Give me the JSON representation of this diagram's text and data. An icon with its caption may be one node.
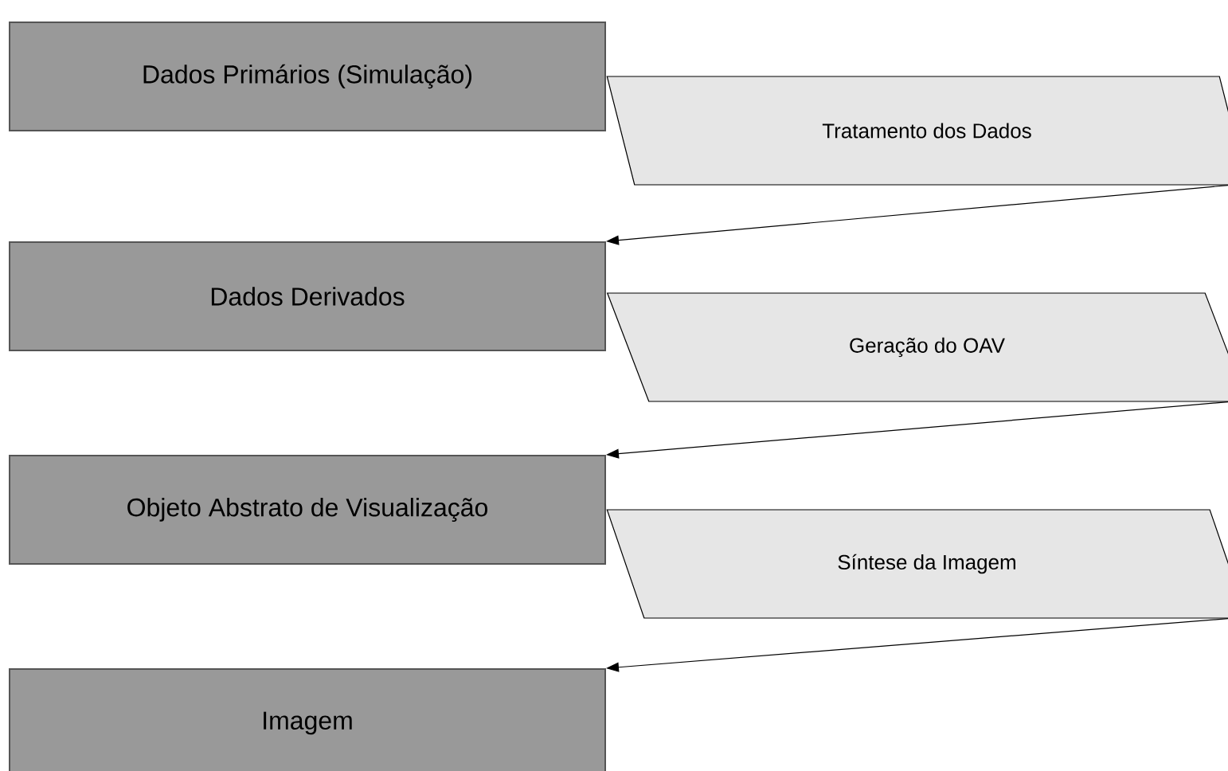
{
  "diagram": {
    "nodes": [
      {
        "text": [
          "Dados Primários (Simulação)"
        ]
      },
      {
        "text": [
          "Tratamento dos Dados"
        ]
      },
      {
        "text": [
          "Dados Derivados"
        ]
      },
      {
        "text": [
          "Geração do OAV"
        ]
      },
      {
        "text": [
          "Objeto Abstrato de Visualização"
        ]
      },
      {
        "text": [
          "Síntese da Imagem"
        ]
      },
      {
        "text": [
          "Imagem"
        ]
      }
    ],
    "edges": [
      {
        "from": 1,
        "to": 2,
        "arrow": "to"
      },
      {
        "from": 3,
        "to": 4,
        "arrow": "to"
      },
      {
        "from": 5,
        "to": 6,
        "arrow": "to"
      }
    ]
  }
}
